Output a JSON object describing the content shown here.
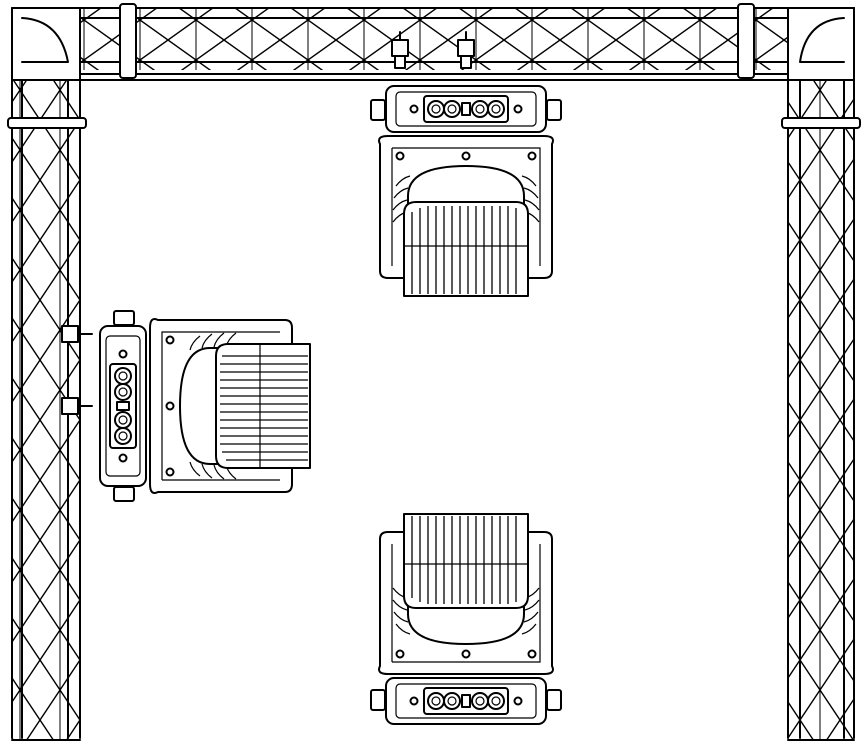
{
  "scene": {
    "background": "#ffffff",
    "line_color": "#000000",
    "structure": "truss-goalpost",
    "fixtures": [
      {
        "name": "moving-head-top",
        "mounting": "hanging",
        "orientation": "down"
      },
      {
        "name": "moving-head-side",
        "mounting": "side-clamp",
        "orientation": "right"
      },
      {
        "name": "moving-head-floor",
        "mounting": "floor",
        "orientation": "up"
      }
    ],
    "icons": [
      "truss-icon",
      "clamp-icon",
      "moving-head-icon",
      "xlr-connector-icon",
      "power-switch-icon"
    ]
  }
}
